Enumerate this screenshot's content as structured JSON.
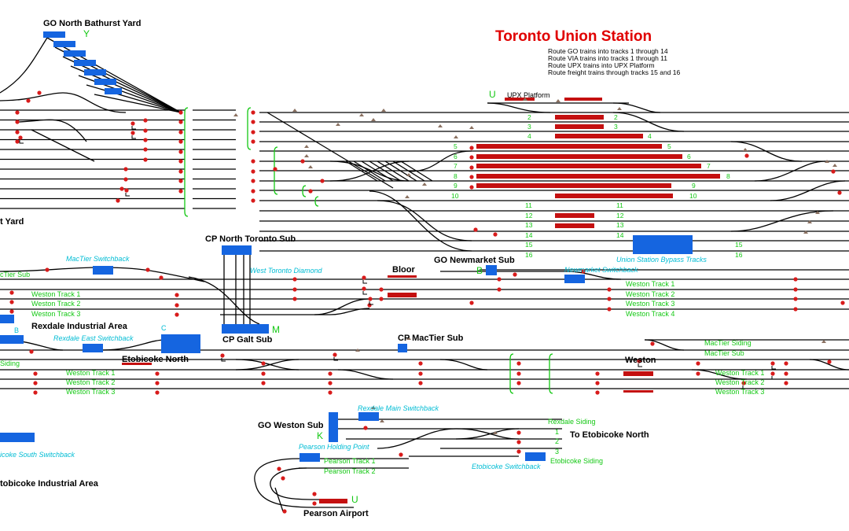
{
  "title": "Toronto Union Station",
  "instructions": [
    "Route GO trains into tracks 1 through 14",
    "Route VIA trains into tracks 1 through 11",
    "Route UPX trains into UPX Platform",
    "Route freight trains through tracks 15 and 16"
  ],
  "labels": {
    "go_north_bathurst_yard": "GO North Bathurst Yard",
    "yard_partial": "t Yard",
    "cp_north_toronto_sub": "CP North Toronto Sub",
    "cp_galt_sub": "CP Galt Sub",
    "rexdale_industrial_area": "Rexdale Industrial Area",
    "etobicoke_north": "Etobicoke North",
    "bloor": "Bloor",
    "go_newmarket_sub": "GO Newmarket Sub",
    "cp_mactier_sub": "CP MacTier Sub",
    "weston": "Weston",
    "go_weston_sub": "GO Weston Sub",
    "to_etobicoke_north": "To Etobicoke North",
    "pearson_airport": "Pearson Airport",
    "etobicoke_industrial_area": "tobicoke Industrial Area"
  },
  "switchbacks": {
    "mactier_switchback": "MacTier Switchback",
    "west_toronto_diamond": "West Toronto Diamond",
    "newmarket_switchback": "Newmarket Switchback",
    "rexdale_east_switchback": "Rexdale East Switchback",
    "union_station_bypass_tracks": "Union Station Bypass Tracks",
    "rexdale_main_switchback": "Rexdale Main Switchback",
    "pearson_holding_point": "Pearson Holding Point",
    "etobicoke_switchback": "Etobicoke Switchback",
    "etobicoke_south_switchback": "icoke South Switchback"
  },
  "track_labels": {
    "upx_platform": "UPX Platform",
    "mactier_sub_left": "cTier Sub",
    "weston_track_1": "Weston Track 1",
    "weston_track_2": "Weston Track 2",
    "weston_track_3": "Weston Track 3",
    "weston_track_4": "Weston Track 4",
    "mactier_siding": "MacTier Siding",
    "mactier_sub": "MacTier Sub",
    "siding_left": "Siding",
    "rexdale_siding": "Rexdale Siding",
    "etobicoke_siding": "Etobicoke Siding",
    "pearson_track_1": "Pearson Track 1",
    "pearson_track_2": "Pearson Track 2",
    "track_1": "1",
    "track_2": "2",
    "track_3": "3"
  },
  "letters": {
    "y": "Y",
    "u_top": "U",
    "b_newmarket": "B",
    "m_galt": "M",
    "k_weston": "K",
    "u_pearson": "U",
    "b_rexdale": "B",
    "c_rexdale": "C"
  },
  "union_tracks": {
    "left_numbers": [
      "2",
      "3",
      "4",
      "5",
      "6",
      "7",
      "8",
      "9",
      "10",
      "11",
      "12",
      "13",
      "14",
      "15",
      "16"
    ],
    "right_numbers": [
      "2",
      "3",
      "4",
      "5",
      "6",
      "7",
      "8",
      "9",
      "10",
      "11",
      "12",
      "13",
      "14",
      "15",
      "16"
    ]
  },
  "colors": {
    "track": "#000000",
    "platform": "#c41010",
    "block": "#1565e0",
    "signal": "#d81b1b",
    "signal_base": "#8a7060",
    "label_green": "#14c814",
    "label_cyan": "#00bcd4",
    "title_red": "#e00000"
  }
}
